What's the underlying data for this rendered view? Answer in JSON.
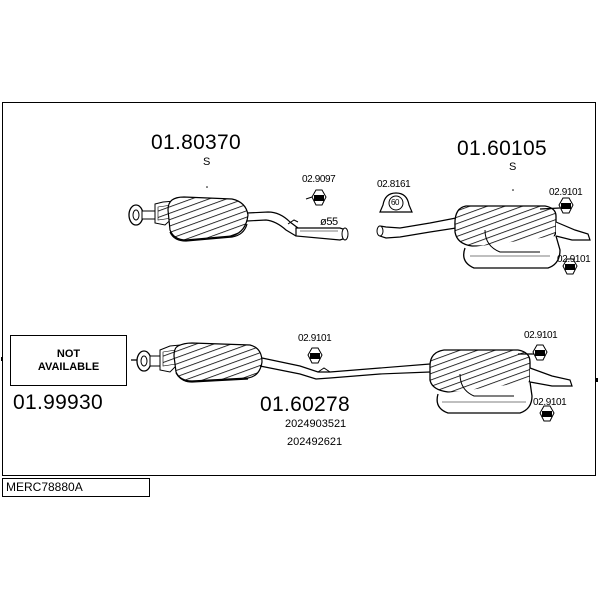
{
  "diagram": {
    "footer_code": "MERC78880A",
    "not_available": {
      "line1": "NOT",
      "line2": "AVAILABLE"
    },
    "parts": {
      "front_left_code": "01.99930",
      "front_silencer_code": "01.80370",
      "front_silencer_marker": "S",
      "rear_silencer_top_code": "01.60105",
      "rear_silencer_top_marker": "S",
      "main_system_code": "01.60278",
      "main_ref_1": "2024903521",
      "main_ref_2": "202492621"
    },
    "fittings": {
      "hanger_top_left": "02.9097",
      "clamp_top": "02.8161",
      "clamp_size": "60",
      "pipe_diameter": "ø55",
      "hanger_top_right_1": "02.9101",
      "hanger_top_right_2": "02.9101",
      "hanger_bottom_mid": "02.9101",
      "hanger_bottom_right_1": "02.9101",
      "hanger_bottom_right_2": "02.9101"
    }
  }
}
